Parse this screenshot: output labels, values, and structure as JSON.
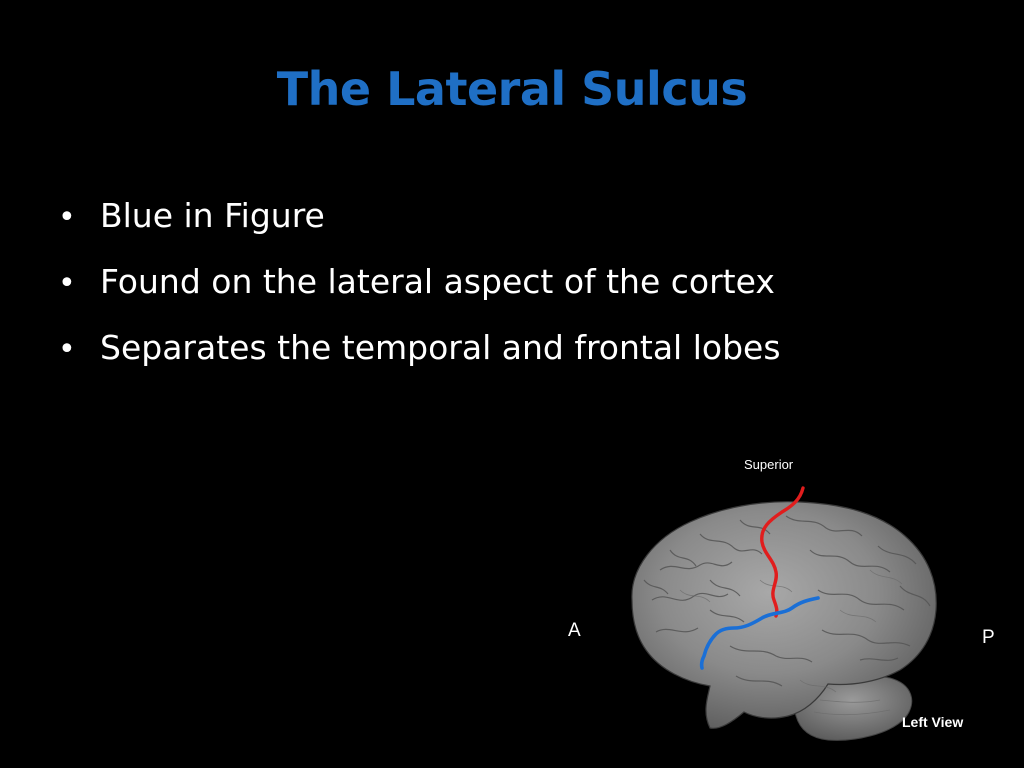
{
  "slide": {
    "title": "The Lateral Sulcus",
    "title_color": "#1f6fc5",
    "background_color": "#000000",
    "bullets": [
      {
        "text": "Blue in Figure"
      },
      {
        "text": "Found on the lateral aspect of the cortex"
      },
      {
        "text": "Separates the temporal and frontal lobes"
      }
    ]
  },
  "figure": {
    "label_superior": "Superior",
    "label_anterior": "A",
    "label_posterior": "P",
    "label_view": "Left View",
    "central_sulcus_color": "#e11d1d",
    "lateral_sulcus_color": "#1a6fd6",
    "brain_color": "#8c8c8c"
  }
}
